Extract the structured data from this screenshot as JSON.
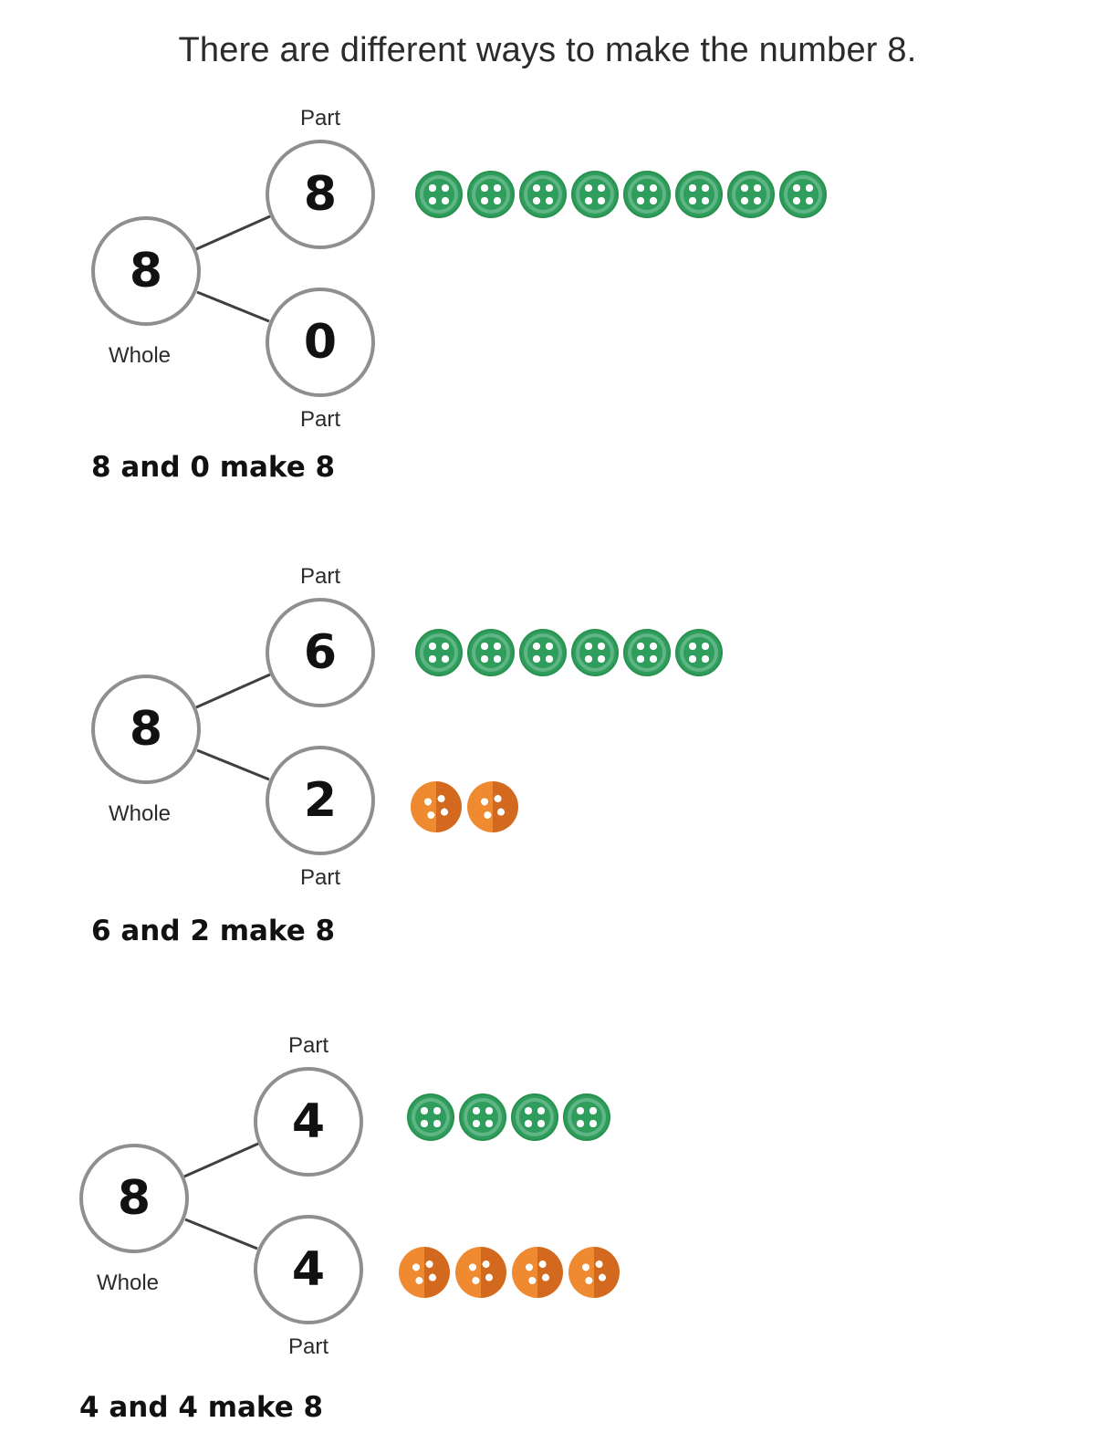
{
  "title": "There are different ways to make the number 8.",
  "labels": {
    "part": "Part",
    "whole": "Whole"
  },
  "colors": {
    "green": "#2f9d5c",
    "green_rim": "#5fb585",
    "orange_light": "#ef8a30",
    "orange_dark": "#d2691e",
    "circle_stroke": "#8f8f8f",
    "line_color": "#3f3f3f",
    "text": "#212121"
  },
  "sections": [
    {
      "whole": "8",
      "part_top": "8",
      "part_bottom": "0",
      "caption": "8 and 0 make 8",
      "green_count": 8,
      "orange_count": 0
    },
    {
      "whole": "8",
      "part_top": "6",
      "part_bottom": "2",
      "caption": "6 and 2 make 8",
      "green_count": 6,
      "orange_count": 2
    },
    {
      "whole": "8",
      "part_top": "4",
      "part_bottom": "4",
      "caption": "4 and 4 make 8",
      "green_count": 4,
      "orange_count": 4
    }
  ]
}
